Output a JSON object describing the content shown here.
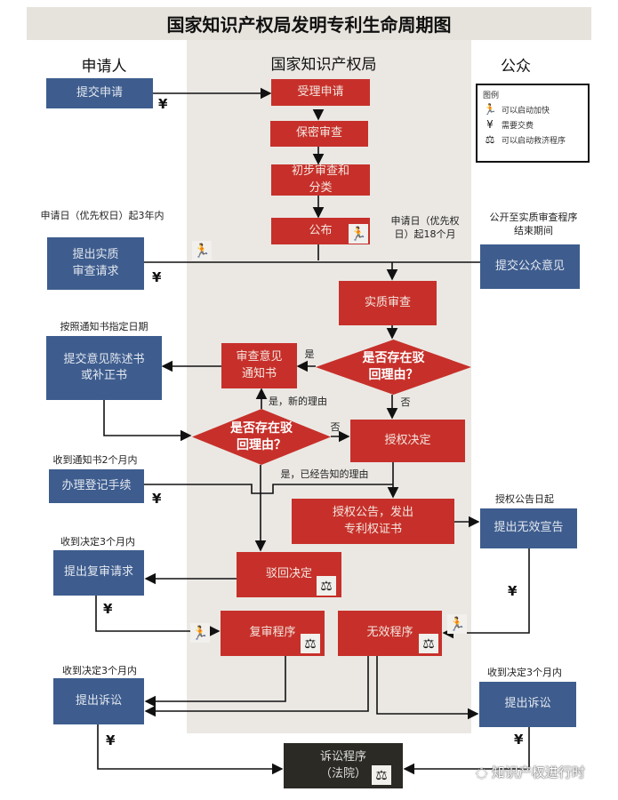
{
  "title": "国家知识产权局发明专利生命周期图",
  "columns": {
    "applicant": "申请人",
    "office": "国家知识产权局",
    "public": "公众"
  },
  "legend": {
    "title": "图例",
    "items": [
      {
        "icon": "runner-icon",
        "text": "可以启动加快"
      },
      {
        "icon": "yen-icon",
        "text": "需要交费"
      },
      {
        "icon": "scale-icon",
        "text": "可以启动救济程序"
      }
    ]
  },
  "boxes": {
    "submit_application": "提交申请",
    "accept_application": "受理申请",
    "secrecy_exam": "保密审查",
    "preliminary_exam": "初步审查和分类",
    "publication": "公布",
    "request_substantive": "提出实质审查请求",
    "public_opinion": "提交公众意见",
    "substantive_exam": "实质审查",
    "office_action": "审查意见通知书",
    "submit_response": "提交意见陈述书或补正书",
    "grant_decision": "授权决定",
    "registration": "办理登记手续",
    "grant_announcement": "授权公告，发出专利权证书",
    "invalidation_request": "提出无效宣告",
    "rejection_decision": "驳回决定",
    "reexam_request": "提出复审请求",
    "reexam_procedure": "复审程序",
    "invalidation_procedure": "无效程序",
    "lawsuit_left": "提出诉讼",
    "lawsuit_right": "提出诉讼",
    "litigation": "诉讼程序（法院）"
  },
  "diamonds": {
    "d1": "是否存在驳回理由？",
    "d2": "是否存在驳回理由？"
  },
  "labels": {
    "within_3_years": "申请日（优先权日）起3年内",
    "18_months": "申请日（优先权日）起18个月",
    "public_period": "公开至实质审查程序结束期间",
    "per_notice_date": "按照通知书指定日期",
    "yes1": "是",
    "no1": "否",
    "yes_new": "是，新的理由",
    "no2": "否",
    "yes_known": "是，已经告知的理由",
    "within_2_months": "收到通知书2个月内",
    "from_grant_date": "授权公告日起",
    "within_3_months_a": "收到决定3个月内",
    "within_3_months_b": "收到决定3个月内",
    "within_3_months_c": "收到决定3个月内"
  },
  "symbols": {
    "yen": "¥",
    "runner": "🏃",
    "scale": "⚖"
  },
  "watermark": "知识产权进行时",
  "colors": {
    "red": "#c7302a",
    "blue": "#3e5d8e",
    "dark": "#2b2a25"
  }
}
